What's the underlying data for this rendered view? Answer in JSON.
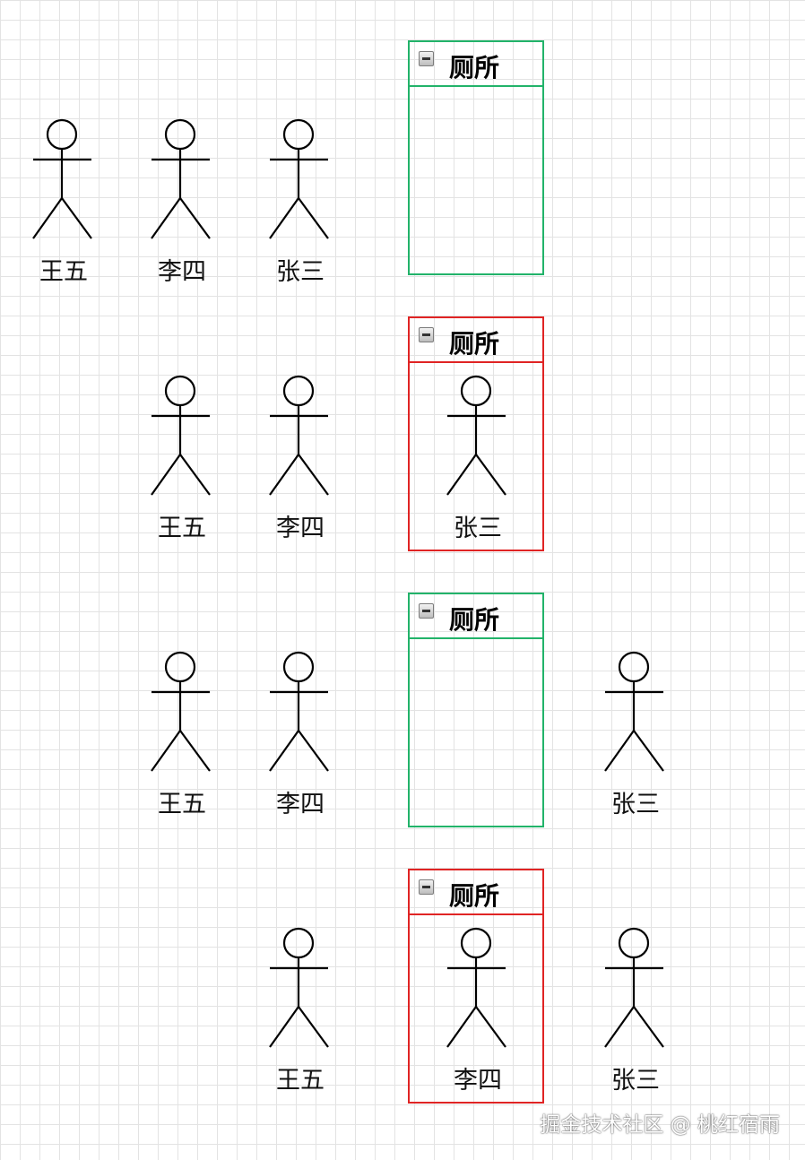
{
  "diagram": {
    "scenes": [
      {
        "box_title": "厕所",
        "box_state": "unoccupied",
        "box_border_color": "#22b36a",
        "queue": [
          "王五",
          "李四",
          "张三"
        ],
        "inside": [],
        "outside": []
      },
      {
        "box_title": "厕所",
        "box_state": "occupied",
        "box_border_color": "#e02424",
        "queue": [
          "王五",
          "李四"
        ],
        "inside": [
          "张三"
        ],
        "outside": []
      },
      {
        "box_title": "厕所",
        "box_state": "unoccupied",
        "box_border_color": "#22b36a",
        "queue": [
          "王五",
          "李四"
        ],
        "inside": [],
        "outside": [
          "张三"
        ]
      },
      {
        "box_title": "厕所",
        "box_state": "occupied",
        "box_border_color": "#e02424",
        "queue": [
          "王五"
        ],
        "inside": [
          "李四"
        ],
        "outside": [
          "张三"
        ]
      }
    ]
  },
  "watermark": "掘金技术社区 @ 桃红宿雨"
}
